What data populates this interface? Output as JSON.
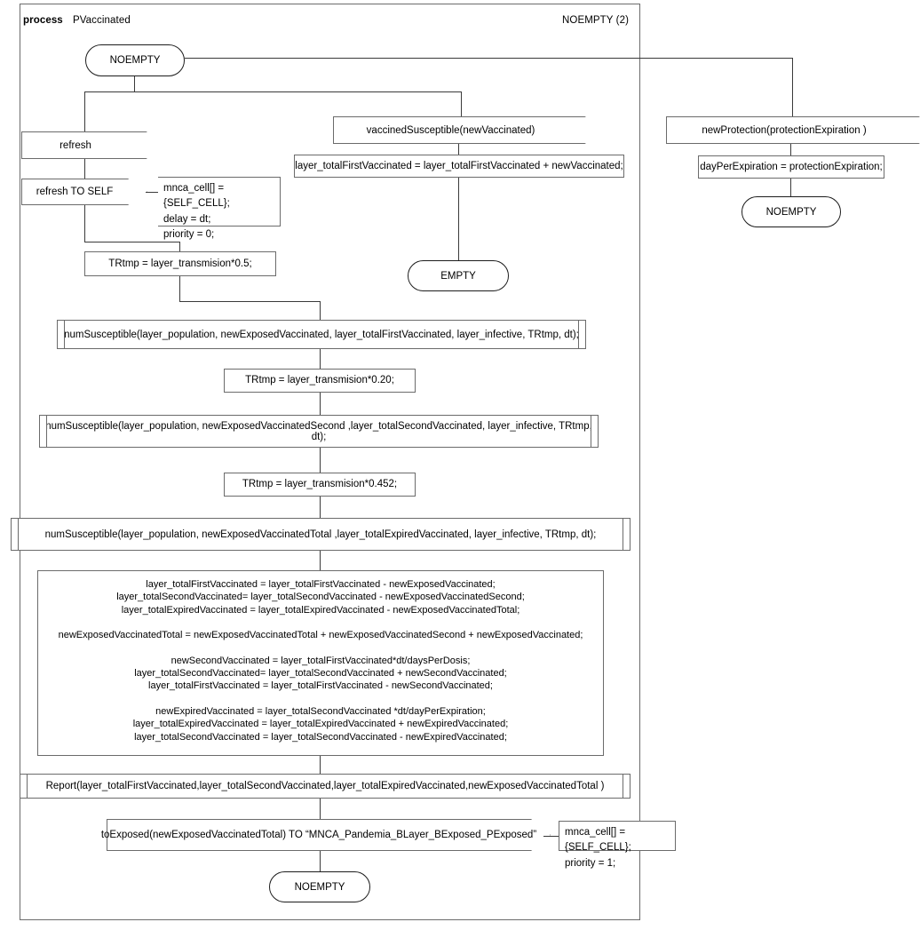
{
  "header": {
    "kind": "process",
    "name": "PVaccinated",
    "page": "NOEMPTY (2)"
  },
  "states": {
    "start": "NOEMPTY",
    "empty_mid": "EMPTY",
    "noempty_right": "NOEMPTY",
    "noempty_bottom": "NOEMPTY"
  },
  "signals": {
    "refresh_in": "refresh",
    "refresh_out": "refresh TO SELF",
    "vaccined_susceptible": "vaccinedSusceptible(newVaccinated)",
    "new_protection": "newProtection(protectionExpiration )",
    "to_exposed": "toExposed(newExposedVaccinatedTotal) TO “MNCA_Pandemia_BLayer_BExposed_PExposed”"
  },
  "comments": {
    "refresh_self": "mnca_cell[] = {SELF_CELL};\ndelay = dt;\npriority = 0;",
    "to_exposed_self": "mnca_cell[] = {SELF_CELL};\npriority = 1;"
  },
  "tasks": {
    "first_vaccinated_add": "layer_totalFirstVaccinated = layer_totalFirstVaccinated + newVaccinated;",
    "day_per_expiration": "dayPerExpiration = protectionExpiration;",
    "trtmp_05": "TRtmp  = layer_transmision*0.5;",
    "trtmp_020": "TRtmp = layer_transmision*0.20;",
    "trtmp_0452": "TRtmp = layer_transmision*0.452;",
    "big_block": "layer_totalFirstVaccinated = layer_totalFirstVaccinated - newExposedVaccinated;\nlayer_totalSecondVaccinated= layer_totalSecondVaccinated - newExposedVaccinatedSecond;\nlayer_totalExpiredVaccinated = layer_totalExpiredVaccinated - newExposedVaccinatedTotal;\n\nnewExposedVaccinatedTotal = newExposedVaccinatedTotal + newExposedVaccinatedSecond  + newExposedVaccinated;\n\nnewSecondVaccinated = layer_totalFirstVaccinated*dt/daysPerDosis;\nlayer_totalSecondVaccinated= layer_totalSecondVaccinated + newSecondVaccinated;\nlayer_totalFirstVaccinated = layer_totalFirstVaccinated - newSecondVaccinated;\n\nnewExpiredVaccinated = layer_totalSecondVaccinated *dt/dayPerExpiration;\nlayer_totalExpiredVaccinated = layer_totalExpiredVaccinated + newExpiredVaccinated;\nlayer_totalSecondVaccinated = layer_totalSecondVaccinated - newExpiredVaccinated;"
  },
  "procedures": {
    "num_susceptible_first": "numSusceptible(layer_population, newExposedVaccinated, layer_totalFirstVaccinated, layer_infective, TRtmp, dt);",
    "num_susceptible_second": "numSusceptible(layer_population, newExposedVaccinatedSecond ,layer_totalSecondVaccinated, layer_infective, TRtmp, dt);",
    "num_susceptible_total": "numSusceptible(layer_population, newExposedVaccinatedTotal ,layer_totalExpiredVaccinated, layer_infective, TRtmp, dt);",
    "report": "Report(layer_totalFirstVaccinated,layer_totalSecondVaccinated,layer_totalExpiredVaccinated,newExposedVaccinatedTotal )"
  },
  "colors": {
    "line": "#3a3a3a",
    "shape_border": "#6b6b6b",
    "state_border": "#1c1c1c",
    "background": "#ffffff"
  }
}
